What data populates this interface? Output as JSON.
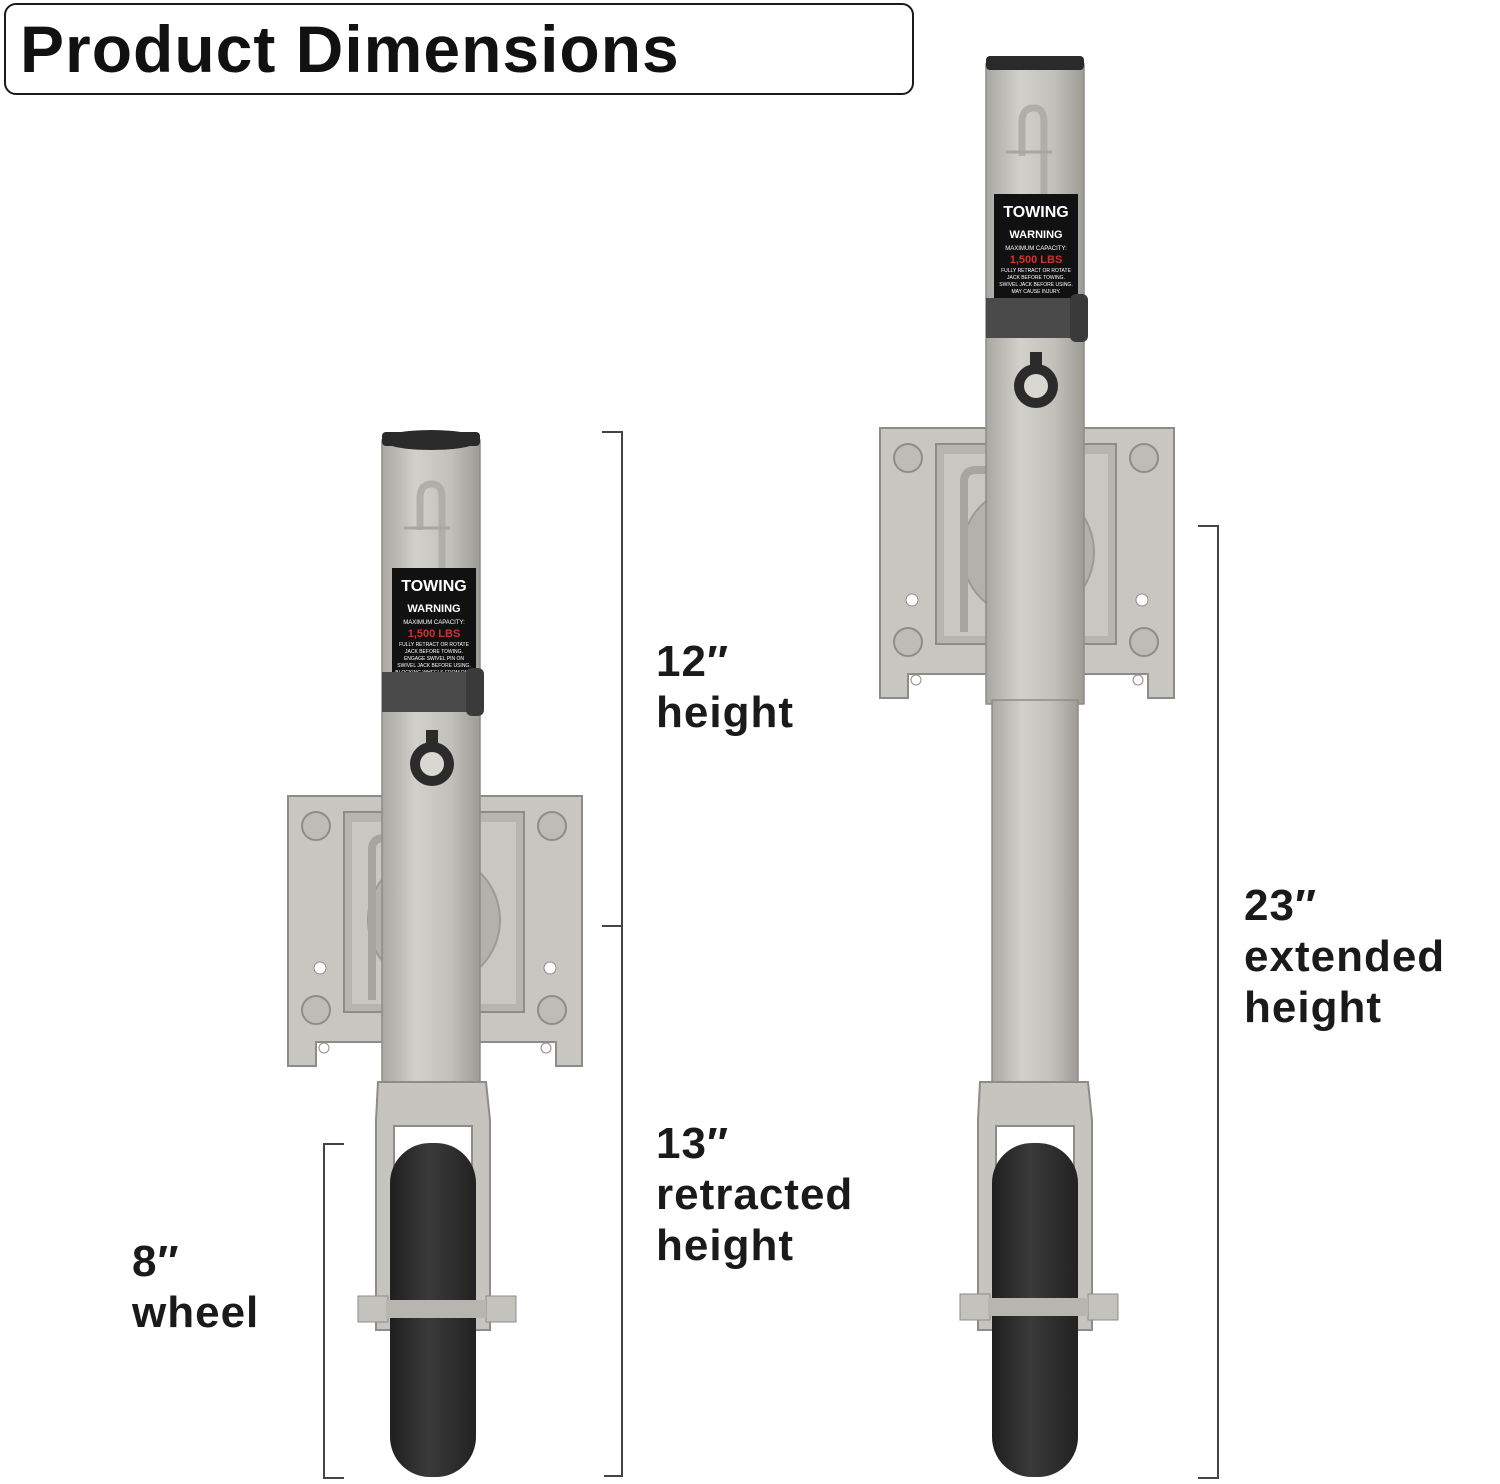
{
  "title": "Product Dimensions",
  "jack_label": {
    "brand": "TOWING",
    "warning": "WARNING",
    "capacity_line": "MAXIMUM CAPACITY:",
    "capacity": "1,500 LBS",
    "fine_print": [
      "FULLY RETRACT OR ROTATE",
      "JACK BEFORE TOWING.",
      "ENGAGE SWIVEL PIN ON",
      "SWIVEL JACK BEFORE USING.",
      "BLOCKING WHEELS FROM RISK",
      "MAY CAUSE INJURY."
    ]
  },
  "dimensions": {
    "height": {
      "value": "12″",
      "label": "height"
    },
    "retracted": {
      "value": "13″",
      "label1": "retracted",
      "label2": "height"
    },
    "wheel": {
      "value": "8″",
      "label": "wheel"
    },
    "extended": {
      "value": "23″",
      "label1": "extended",
      "label2": "height"
    }
  },
  "colors": {
    "steel": "#c4c2bd",
    "steel_dark": "#9c9a95",
    "tire": "#2d2d2d",
    "strap": "#4a4a4a",
    "text": "#1a1a1a"
  }
}
